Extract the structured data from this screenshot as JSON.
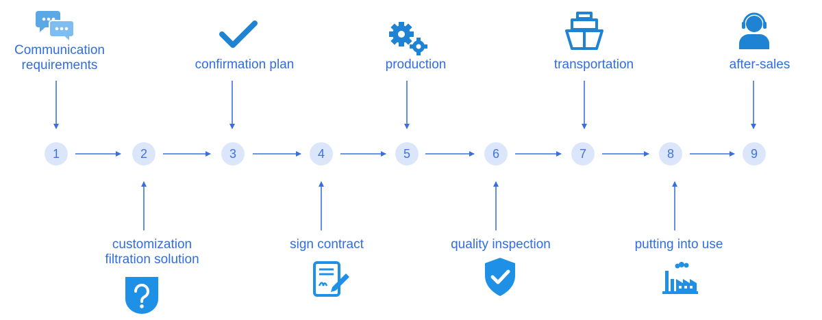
{
  "colors": {
    "text": "#2f6de0",
    "node_fill": "#dce6fb",
    "node_text": "#3d73e2",
    "arrow": "#3b6fe0",
    "icon_top": "#1f83d4",
    "icon_bottom": "#1e90e6"
  },
  "nodes": [
    "1",
    "2",
    "3",
    "4",
    "5",
    "6",
    "7",
    "8",
    "9"
  ],
  "top_steps": [
    {
      "label": "Communication\nrequirements",
      "icon": "chat-bubbles-icon"
    },
    {
      "label": "confirmation plan",
      "icon": "checkmark-icon"
    },
    {
      "label": "production",
      "icon": "gears-icon"
    },
    {
      "label": "transportation",
      "icon": "ship-icon"
    },
    {
      "label": "after-sales",
      "icon": "headset-person-icon"
    }
  ],
  "bottom_steps": [
    {
      "label": "customization\nfiltration solution",
      "icon": "question-shield-icon"
    },
    {
      "label": "sign contract",
      "icon": "contract-signature-icon"
    },
    {
      "label": "quality inspection",
      "icon": "check-shield-icon"
    },
    {
      "label": "putting into use",
      "icon": "factory-icon"
    }
  ]
}
